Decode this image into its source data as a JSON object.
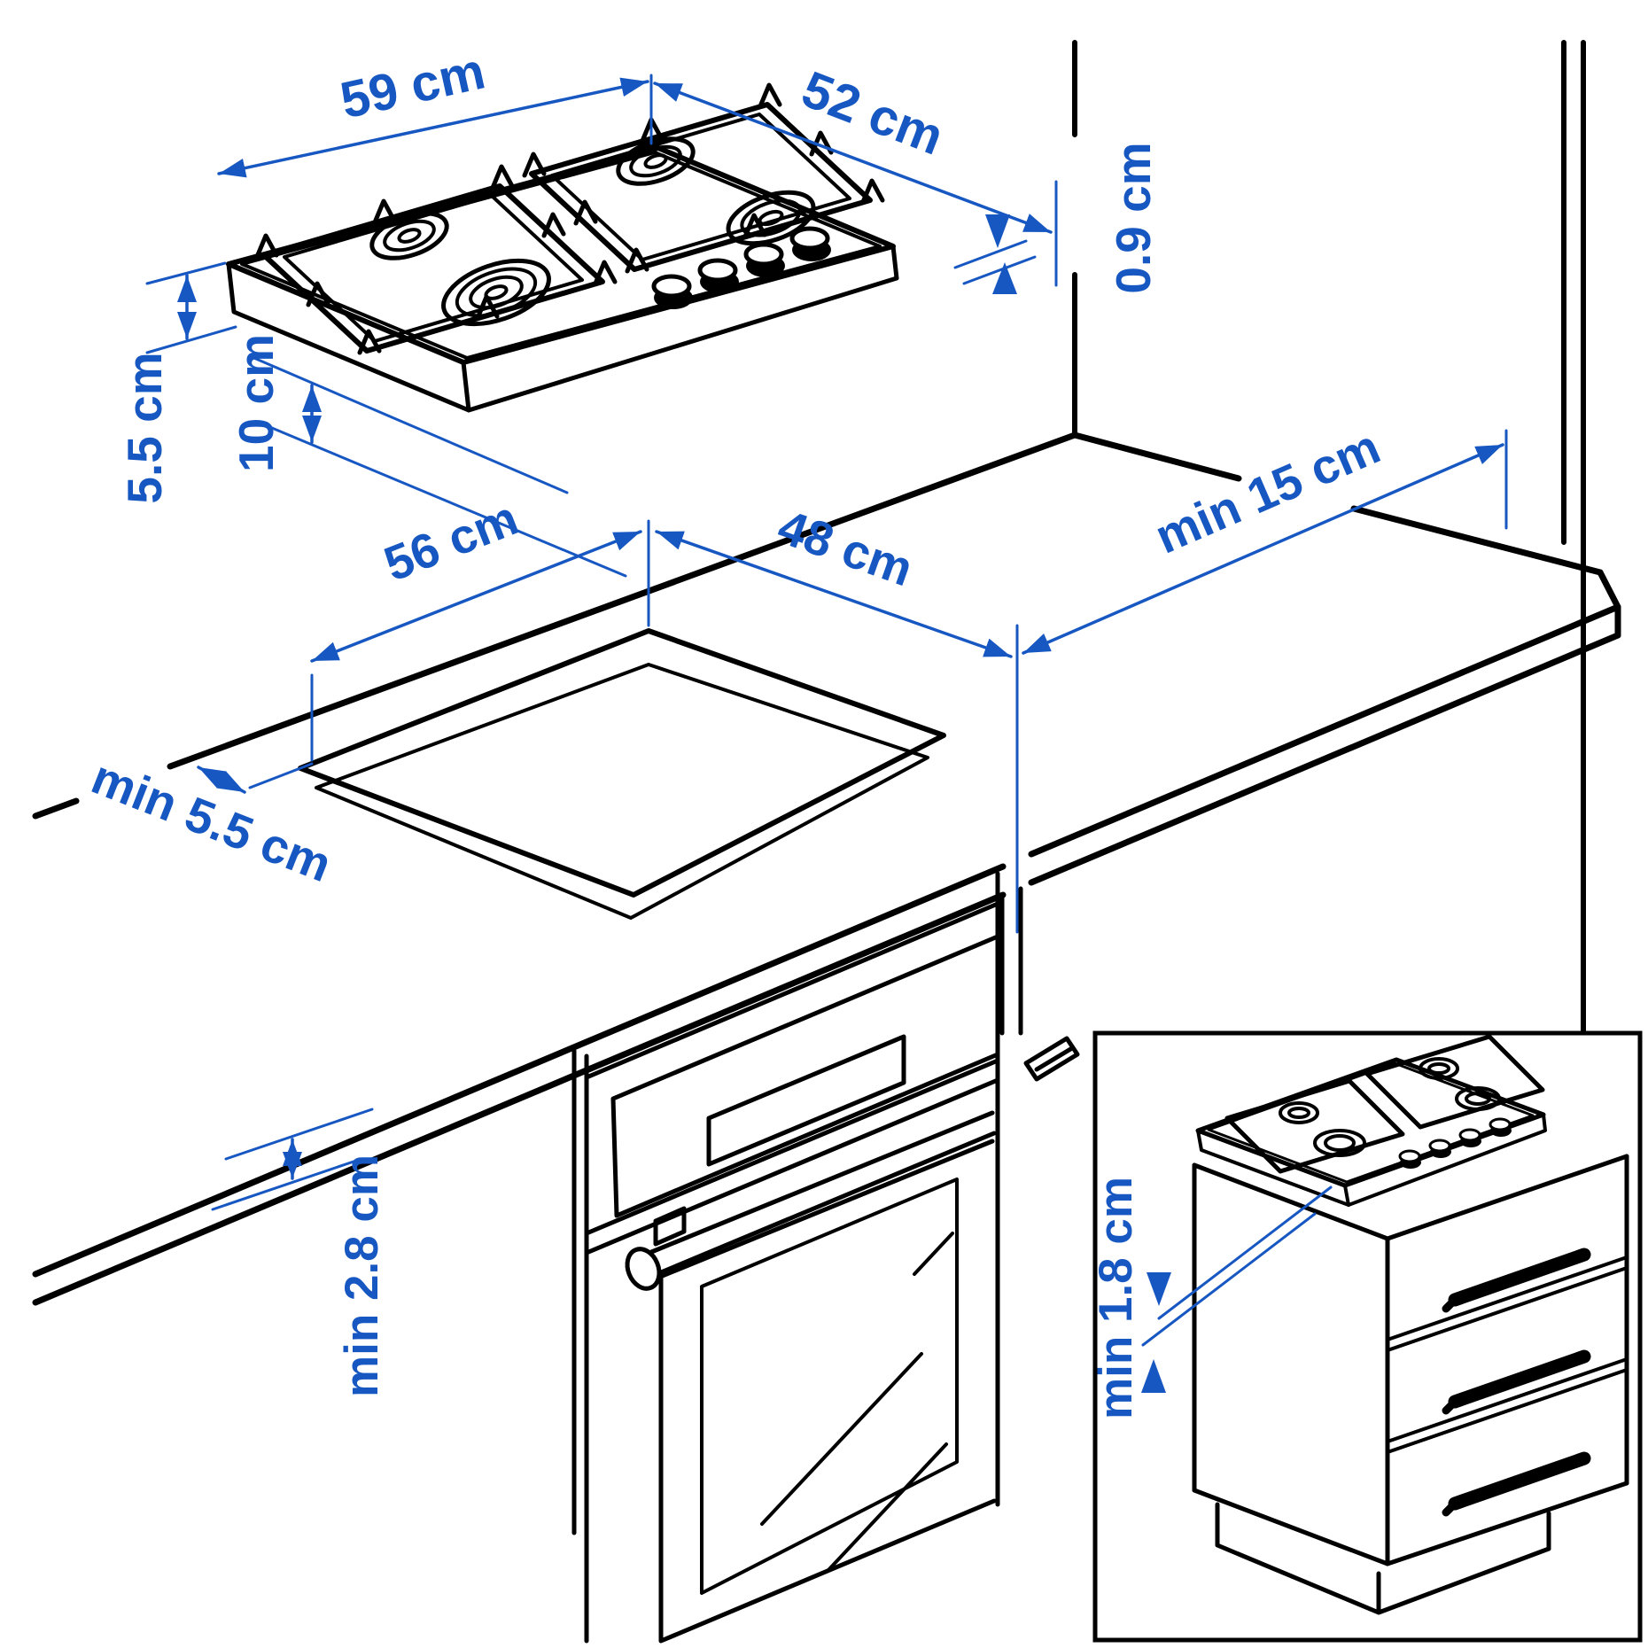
{
  "diagram": {
    "type": "appliance-installation-dimension-diagram",
    "subject": "4-burner gas hob built into a worktop above an oven, with base-cabinet inset",
    "colors": {
      "dimension_blue": "#1757C2",
      "line_black": "#000000",
      "background": "#FFFFFF"
    },
    "labels": {
      "hob_width": "59 cm",
      "hob_depth": "52 cm",
      "hob_rim_height": "0.9 cm",
      "hob_body_height": "5.5 cm",
      "clearance_below_hob": "10 cm",
      "cutout_width": "56 cm",
      "cutout_depth": "48 cm",
      "side_clearance": "min 15 cm",
      "cutout_edge_clearance": "min 5.5 cm",
      "worktop_thickness": "min 2.8 cm",
      "hob_drawer_clearance": "min 1.8 cm"
    }
  }
}
